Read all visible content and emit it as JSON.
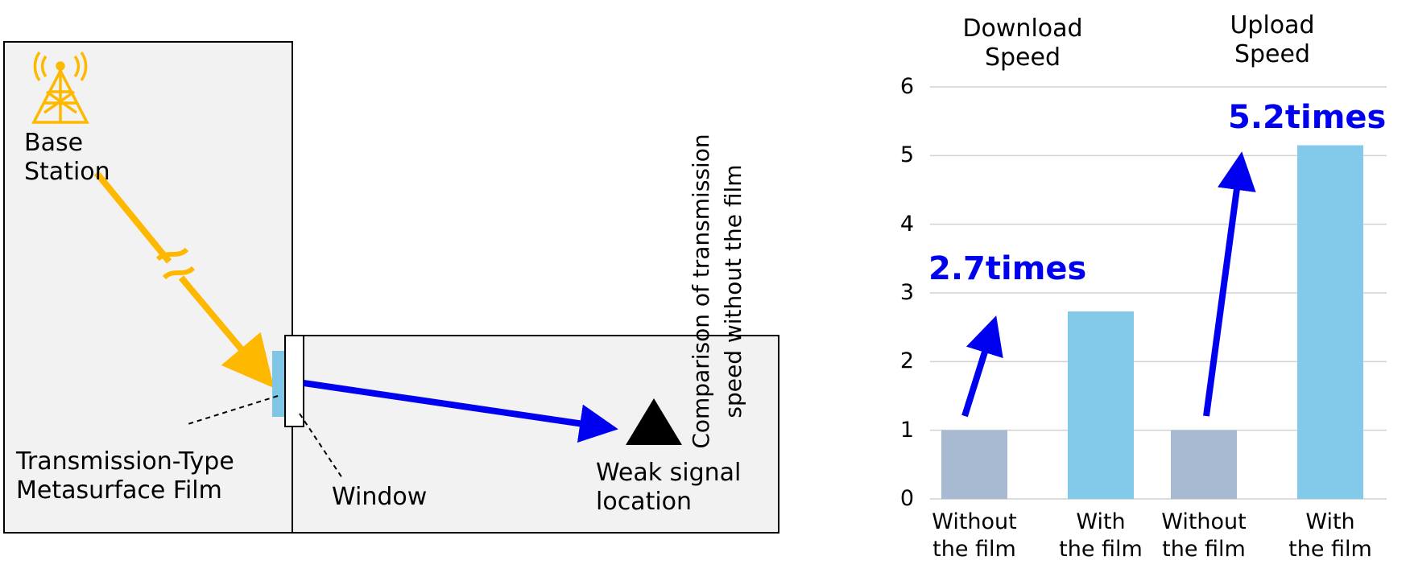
{
  "diagram": {
    "base_station_label": "Base\nStation",
    "film_label": "Transmission-Type\nMetasurface Film",
    "window_label": "Window",
    "weak_signal_label": "Weak signal\nlocation",
    "colors": {
      "incoming_ray": "#FFB800",
      "outgoing_ray": "#0000F0",
      "film": "#7FC6E6",
      "room": "#F2F2F2"
    },
    "icons": {
      "tower": "radio-tower-icon",
      "target": "black-triangle-icon"
    }
  },
  "chart_data": {
    "type": "bar",
    "ylabel": "Comparison of transmission\nspeed without the film",
    "ylim": [
      0,
      6
    ],
    "yticks": [
      "0",
      "1",
      "2",
      "3",
      "4",
      "5",
      "6"
    ],
    "grid": true,
    "groups": [
      {
        "title": "Download\nSpeed",
        "bars": [
          {
            "label": "Without\nthe film",
            "value": 1.0,
            "color": "#A8B9D2"
          },
          {
            "label": "With\nthe film",
            "value": 2.73,
            "color": "#82C9EA"
          }
        ],
        "annotation": "2.7times"
      },
      {
        "title": "Upload\nSpeed",
        "bars": [
          {
            "label": "Without\nthe film",
            "value": 1.0,
            "color": "#A8B9D2"
          },
          {
            "label": "With\nthe film",
            "value": 5.15,
            "color": "#82C9EA"
          }
        ],
        "annotation": "5.2times"
      }
    ],
    "annotation_color": "#0000F0"
  }
}
